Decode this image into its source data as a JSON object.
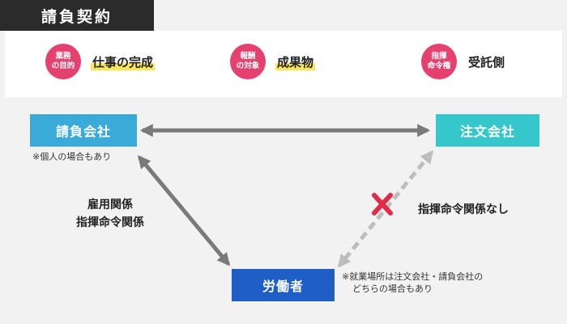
{
  "header": {
    "title": "請負契約"
  },
  "features": [
    {
      "badge_line1": "業務",
      "badge_line2": "の目的",
      "label": "仕事の完成"
    },
    {
      "badge_line1": "報酬",
      "badge_line2": "の対象",
      "label": "成果物"
    },
    {
      "badge_line1": "指揮",
      "badge_line2": "命令権",
      "label": "受託側"
    }
  ],
  "nodes": {
    "contractor": {
      "label": "請負会社",
      "note": "※個人の場合もあり"
    },
    "client": {
      "label": "注文会社"
    },
    "worker": {
      "label": "労働者",
      "note_line1": "※就業場所は注文会社・請負会社の",
      "note_line2": "どちらの場合もあり"
    }
  },
  "relations": {
    "contractor_worker_line1": "雇用関係",
    "contractor_worker_line2": "指揮命令関係",
    "client_worker": "指揮命令関係なし"
  },
  "colors": {
    "badge": "#e5416f",
    "highlight": "#fbe65b",
    "contractor": "#3aaad8",
    "client": "#36c7cc",
    "worker": "#1f5ec6",
    "arrow": "#7a7a7a",
    "dashed_arrow": "#bdbdbd",
    "cross": "#e02b4a"
  }
}
